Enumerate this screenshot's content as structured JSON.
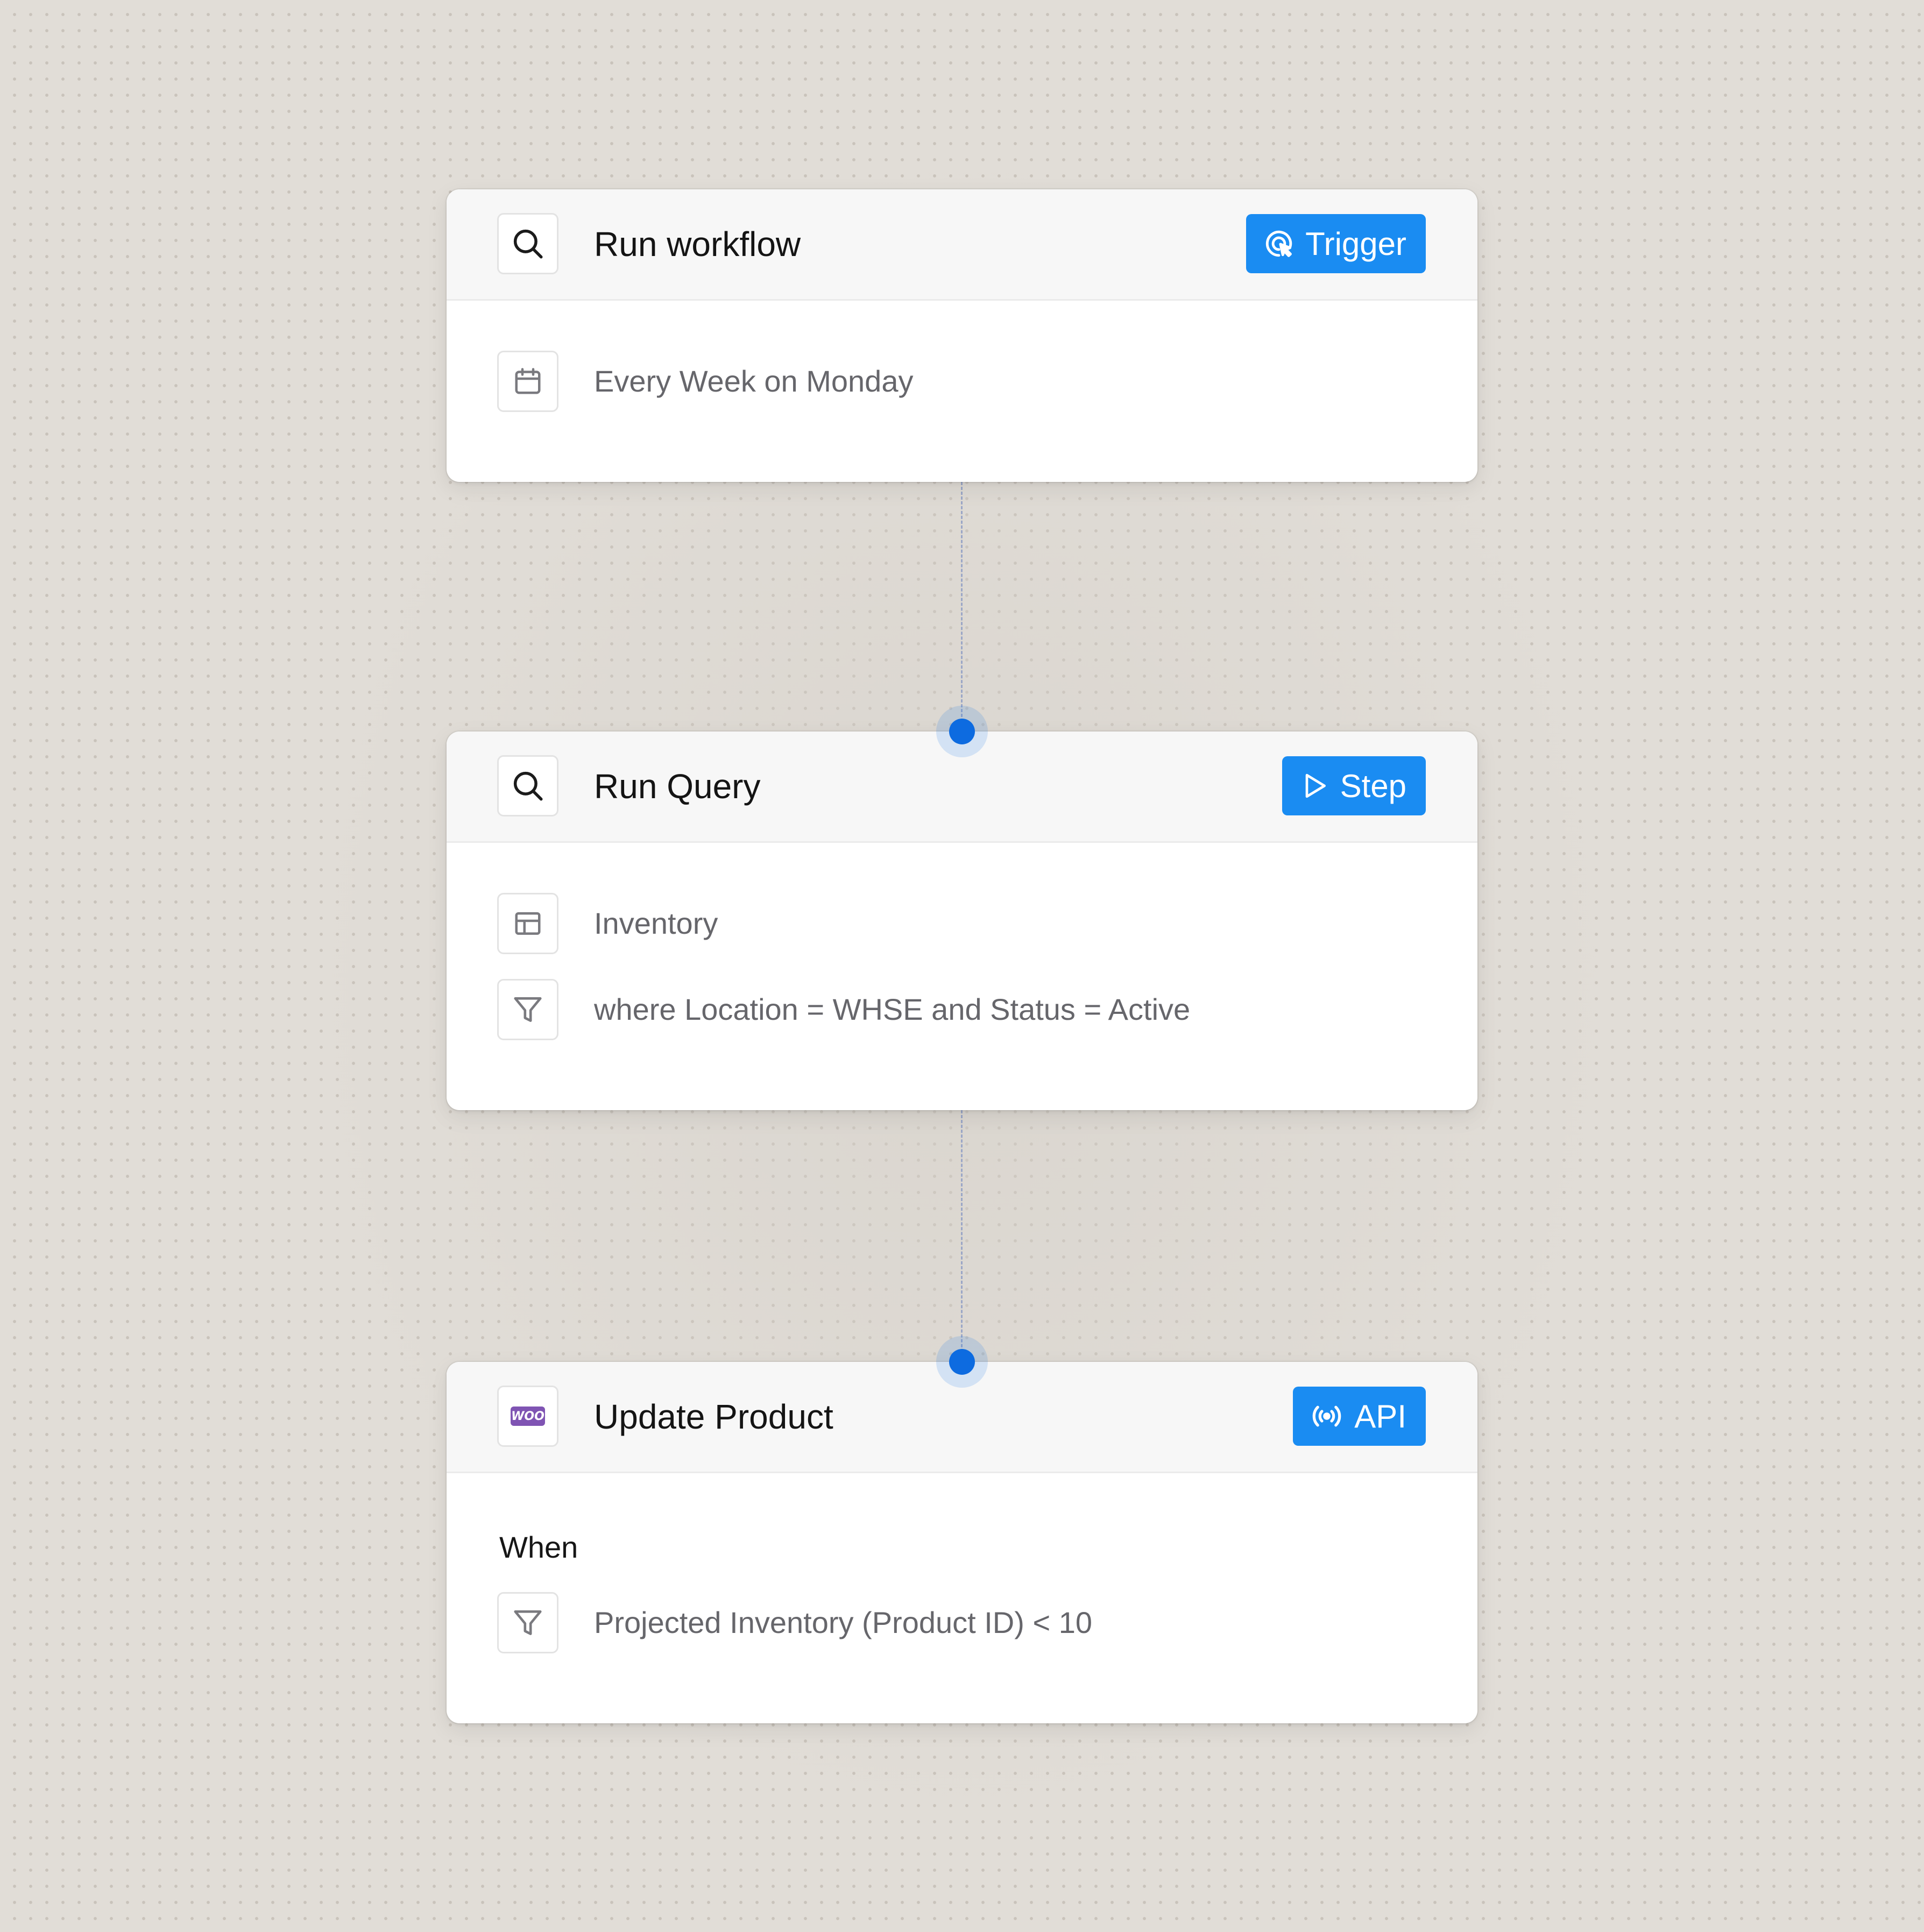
{
  "workflow": {
    "trigger_card": {
      "title": "Run workflow",
      "badge": {
        "label": "Trigger",
        "icon": "trigger-icon"
      },
      "header_icon": "search-icon",
      "rows": [
        {
          "icon": "calendar-icon",
          "text": "Every Week on Monday"
        }
      ]
    },
    "query_card": {
      "title": "Run Query",
      "badge": {
        "label": "Step",
        "icon": "play-icon"
      },
      "header_icon": "search-icon",
      "rows": [
        {
          "icon": "table-icon",
          "text": "Inventory"
        },
        {
          "icon": "filter-icon",
          "text": "where Location = WHSE and Status = Active"
        }
      ]
    },
    "update_card": {
      "title": "Update Product",
      "badge": {
        "label": "API",
        "icon": "broadcast-icon"
      },
      "header_icon": "woocommerce-logo",
      "logo_text": "WOO",
      "section_label": "When",
      "rows": [
        {
          "icon": "filter-icon",
          "text": "Projected Inventory (Product ID) < 10"
        }
      ]
    }
  },
  "colors": {
    "canvas": "#e1ddd7",
    "badge": "#1a8cf2",
    "port": "#0d6be0",
    "connector": "#9aa6c6",
    "woo_brand": "#7f54b3"
  }
}
